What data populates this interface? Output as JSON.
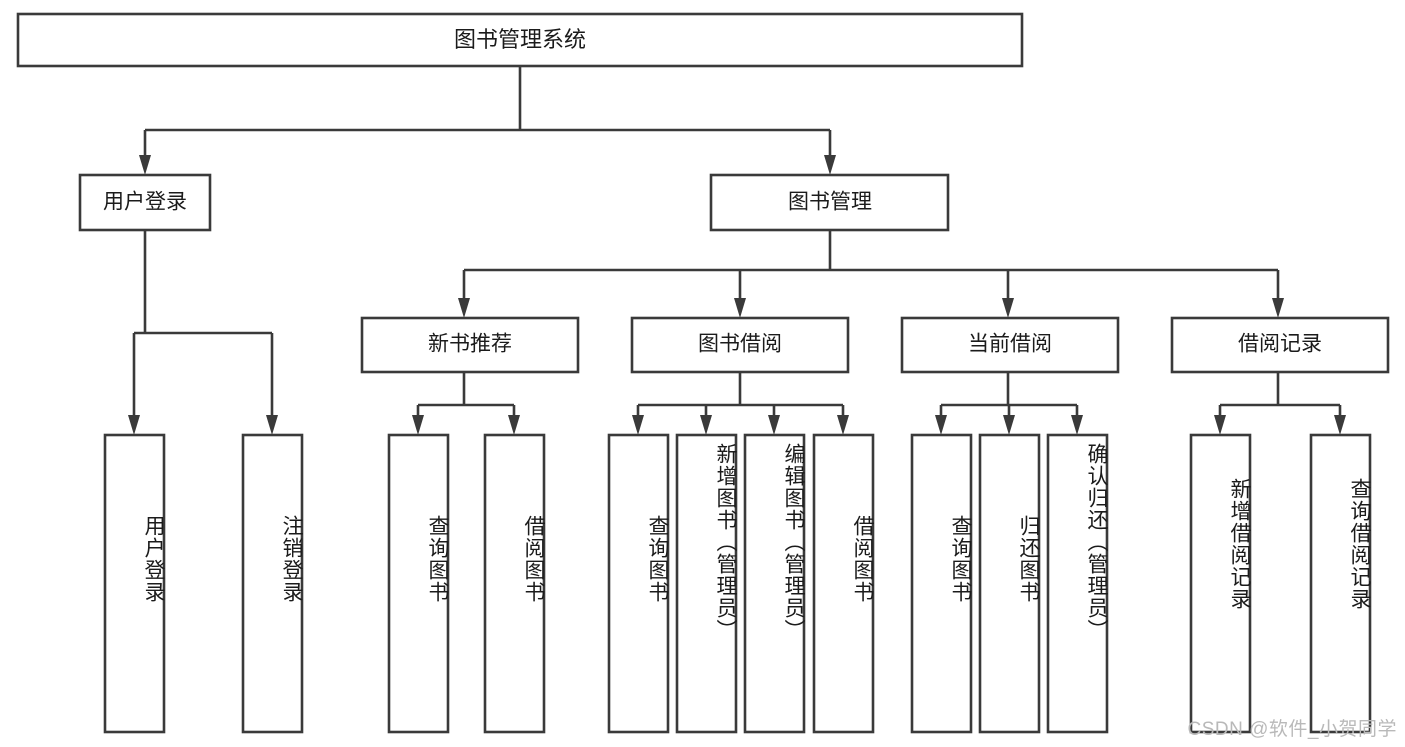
{
  "diagram": {
    "type": "tree",
    "title": "图书管理系统",
    "orientation": "top-down",
    "colors": {
      "box_stroke": "#3a3a3a",
      "box_fill": "#ffffff",
      "connector": "#3a3a3a",
      "text": "#1b1b1b",
      "background": "#ffffff",
      "watermark": "#b9b9b9"
    },
    "levels": {
      "root": "图书管理系统",
      "level2": [
        "用户登录",
        "图书管理"
      ],
      "level3": [
        "新书推荐",
        "图书借阅",
        "当前借阅",
        "借阅记录"
      ]
    },
    "nodes": {
      "root": {
        "label": "图书管理系统"
      },
      "user_login": {
        "label": "用户登录"
      },
      "book_manage": {
        "label": "图书管理"
      },
      "new_book_rec": {
        "label": "新书推荐"
      },
      "book_borrow": {
        "label": "图书借阅"
      },
      "current_borrow": {
        "label": "当前借阅"
      },
      "borrow_record": {
        "label": "借阅记录"
      },
      "leaf_1": {
        "label": "用户登录"
      },
      "leaf_2": {
        "label": "注销登录"
      },
      "leaf_3": {
        "label": "查询图书"
      },
      "leaf_4": {
        "label": "借阅图书"
      },
      "leaf_5": {
        "label": "查询图书"
      },
      "leaf_6": {
        "label": "新增图书（管理员）"
      },
      "leaf_7": {
        "label": "编辑图书（管理员）"
      },
      "leaf_8": {
        "label": "借阅图书"
      },
      "leaf_9": {
        "label": "查询图书"
      },
      "leaf_10": {
        "label": "归还图书"
      },
      "leaf_11": {
        "label": "确认归还（管理员）"
      },
      "leaf_12": {
        "label": "新增借阅记录"
      },
      "leaf_13": {
        "label": "查询借阅记录"
      }
    },
    "edges": [
      {
        "from": "root",
        "to": "user_login"
      },
      {
        "from": "root",
        "to": "book_manage"
      },
      {
        "from": "user_login",
        "to": "leaf_1"
      },
      {
        "from": "user_login",
        "to": "leaf_2"
      },
      {
        "from": "book_manage",
        "to": "new_book_rec"
      },
      {
        "from": "book_manage",
        "to": "book_borrow"
      },
      {
        "from": "book_manage",
        "to": "current_borrow"
      },
      {
        "from": "book_manage",
        "to": "borrow_record"
      },
      {
        "from": "new_book_rec",
        "to": "leaf_3"
      },
      {
        "from": "new_book_rec",
        "to": "leaf_4"
      },
      {
        "from": "book_borrow",
        "to": "leaf_5"
      },
      {
        "from": "book_borrow",
        "to": "leaf_6"
      },
      {
        "from": "book_borrow",
        "to": "leaf_7"
      },
      {
        "from": "book_borrow",
        "to": "leaf_8"
      },
      {
        "from": "current_borrow",
        "to": "leaf_9"
      },
      {
        "from": "current_borrow",
        "to": "leaf_10"
      },
      {
        "from": "current_borrow",
        "to": "leaf_11"
      },
      {
        "from": "borrow_record",
        "to": "leaf_12"
      },
      {
        "from": "borrow_record",
        "to": "leaf_13"
      }
    ]
  },
  "watermark": {
    "text": "CSDN @软件_小贺同学"
  }
}
